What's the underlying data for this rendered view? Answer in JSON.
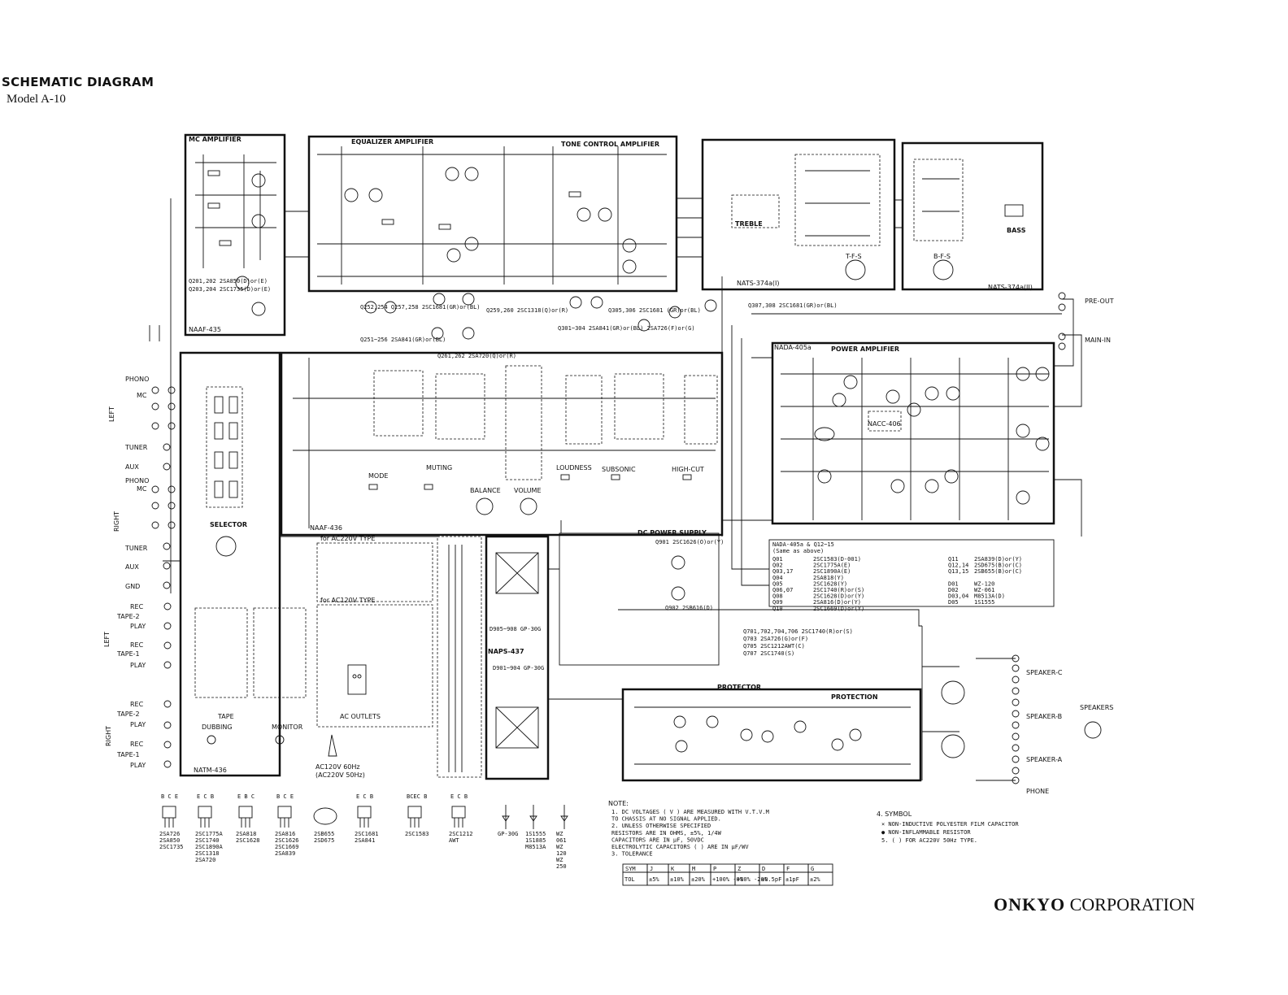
{
  "header": {
    "title": "SCHEMATIC DIAGRAM",
    "model": "Model A-10"
  },
  "footer": {
    "brand": "ONKYO",
    "company": "CORPORATION"
  },
  "blocks": {
    "mc_amp": "MC AMPLIFIER",
    "mc_board": "NAAF-435",
    "equalizer": "EQUALIZER AMPLIFIER",
    "tone_control": "TONE CONTROL AMPLIFIER",
    "nats1": "NATS-374a(I)",
    "nats2": "NATS-374a(II)",
    "treble": "TREBLE",
    "bass": "BASS",
    "tfs": "T-F-S",
    "bfs": "B-F-S",
    "power_amp": "POWER AMPLIFIER",
    "nada": "NADA-405a",
    "naaf436": "NAAF-436",
    "selector": "SELECTOR",
    "dc_power": "DC POWER SUPPLY",
    "naps": "NAPS-437",
    "protector": "PROTECTOR",
    "protection": "PROTECTION",
    "natm": "NATM-436",
    "tape": "TAPE",
    "dubbing": "DUBBING",
    "monitor": "MONITOR",
    "ac_outlets": "AC OUTLETS",
    "ac_power": "AC120V 60Hz",
    "ac_power2": "(AC220V 50Hz)",
    "ac220": "for AC220V TYPE",
    "ac120": "for AC120V TYPE",
    "nacc": "NACC-406"
  },
  "controls": [
    {
      "id": "S301",
      "label": "MODE"
    },
    {
      "id": "",
      "label": "MUTING"
    },
    {
      "id": "",
      "label": "BALANCE"
    },
    {
      "id": "",
      "label": "VOLUME"
    },
    {
      "id": "S303",
      "label": "LOUDNESS"
    },
    {
      "id": "S304",
      "label": "SUBSONIC"
    },
    {
      "id": "S305",
      "label": "HIGH-CUT"
    }
  ],
  "inputs": {
    "phono": "PHONO",
    "mc": "MC",
    "tuner": "TUNER",
    "aux": "AUX",
    "gnd": "GND",
    "left": "LEFT",
    "right": "RIGHT",
    "tape2": "TAPE-2",
    "tape1": "TAPE-1",
    "rec": "REC",
    "play": "PLAY"
  },
  "outputs": {
    "pre_out": "PRE-OUT",
    "main_in": "MAIN-IN",
    "speaker_c": "SPEAKER-C",
    "speaker_b": "SPEAKER-B",
    "speaker_a": "SPEAKER-A",
    "speakers": "SPEAKERS",
    "phone": "PHONE"
  },
  "transistor_lists": [
    "Q201,202 2SA850(D)or(E)",
    "Q203,204 2SC1735(D)or(E)",
    "Q252,254 Q257,258 2SC1681(GR)or(BL)",
    "Q251~256 2SA841(GR)or(BL)",
    "Q259,260 2SC1318(Q)or(R)",
    "Q261,262 2SA720(Q)or(R)",
    "Q305,306 2SC1681 (GR)or(BL)",
    "Q301~304 2SA841(GR)or(BL) 2SA726(F)or(G)",
    "Q307,308 2SC1681(GR)or(BL)"
  ],
  "nada_table_title": "NADA-405a & Q12~15",
  "nada_table_sub": "(Same as above)",
  "nada_table": [
    [
      "Q01",
      "2SC1583(D-001)",
      "Q11",
      "2SA839(D)or(Y)"
    ],
    [
      "Q02",
      "2SC1775A(E)",
      "Q12,14",
      "2SD675(B)or(C)"
    ],
    [
      "Q03,17",
      "2SC1890A(E)",
      "Q13,15",
      "2SB655(B)or(C)"
    ],
    [
      "Q04",
      "2SA818(Y)",
      "",
      ""
    ],
    [
      "Q05",
      "2SC1628(Y)",
      "D01",
      "WZ-120"
    ],
    [
      "Q06,07",
      "2SC1740(R)or(S)",
      "D02",
      "WZ-061"
    ],
    [
      "Q08",
      "2SC1628(D)or(Y)",
      "D03,04",
      "M8513A(D)"
    ],
    [
      "Q09",
      "2SA816(D)or(Y)",
      "D05",
      "1S1555"
    ],
    [
      "Q10",
      "2SC1669(D)or(Y)",
      "",
      ""
    ]
  ],
  "protector_list": [
    "Q701,702,704,706 2SC1740(R)or(S)",
    "Q703 2SA726(G)or(F)",
    "Q705 2SC1212AWT(C)",
    "Q707 2SC1740(S)"
  ],
  "dc_supply": {
    "q901": "Q901 2SC1626(O)or(Y)",
    "q902": "Q902 2SB616(D)",
    "d905": "D905~908 GP-30G",
    "d901": "D901~904 GP-30G"
  },
  "parts_legend": [
    {
      "codes": "2SA726 2SA850 2SC1735",
      "pins": "B C E"
    },
    {
      "codes": "2SC1775A 2SC1740 2SC1890A 2SC1318 2SA720",
      "pins": "E C B"
    },
    {
      "codes": "2SA818 2SC1628",
      "pins": "E B C"
    },
    {
      "codes": "2SA816 2SC1626 2SC1669 2SA839",
      "pins": "B C E"
    },
    {
      "codes": "2SB655 2SD675",
      "pins": ""
    },
    {
      "codes": "2SC1681 2SA841",
      "pins": "E C B"
    },
    {
      "codes": "2SC1583",
      "pins": "BCEC B"
    },
    {
      "codes": "2SC1212 AWT",
      "pins": "E C B"
    },
    {
      "codes": "GP-30G",
      "pins": ""
    },
    {
      "codes": "1S1555 1S1885 M8513A",
      "pins": ""
    },
    {
      "codes": "WZ 061 WZ 120 WZ 250",
      "pins": ""
    }
  ],
  "notes": {
    "title": "NOTE:",
    "lines": [
      "1. DC VOLTAGES ( V ) ARE MEASURED WITH V.T.V.M",
      "TO CHASSIS AT NO SIGNAL APPLIED.",
      "2. UNLESS OTHERWISE SPECIFIED",
      "RESISTORS ARE IN OHMS, ±5%, 1/4W",
      "CAPACITORS ARE IN μF, 50VDC",
      "ELECTROLYTIC CAPACITORS ( ) ARE IN μF/WV",
      "3. TOLERANCE"
    ],
    "symbol_title": "4. SYMBOL",
    "symbol_lines": [
      "× NON-INDUCTIVE POLYESTER FILM CAPACITOR",
      "● NON-INFLAMMABLE RESISTOR",
      "5. ( ) FOR AC220V 50Hz TYPE."
    ]
  },
  "tolerance_table": {
    "headers": [
      "SYM",
      "J",
      "K",
      "M",
      "P",
      "Z",
      "D",
      "F",
      "G"
    ],
    "row": [
      "TOL",
      "±5%",
      "±10%",
      "±20%",
      "+100% -0%",
      "+80% -20%",
      "±0.5pF",
      "±1pF",
      "±2%"
    ]
  }
}
